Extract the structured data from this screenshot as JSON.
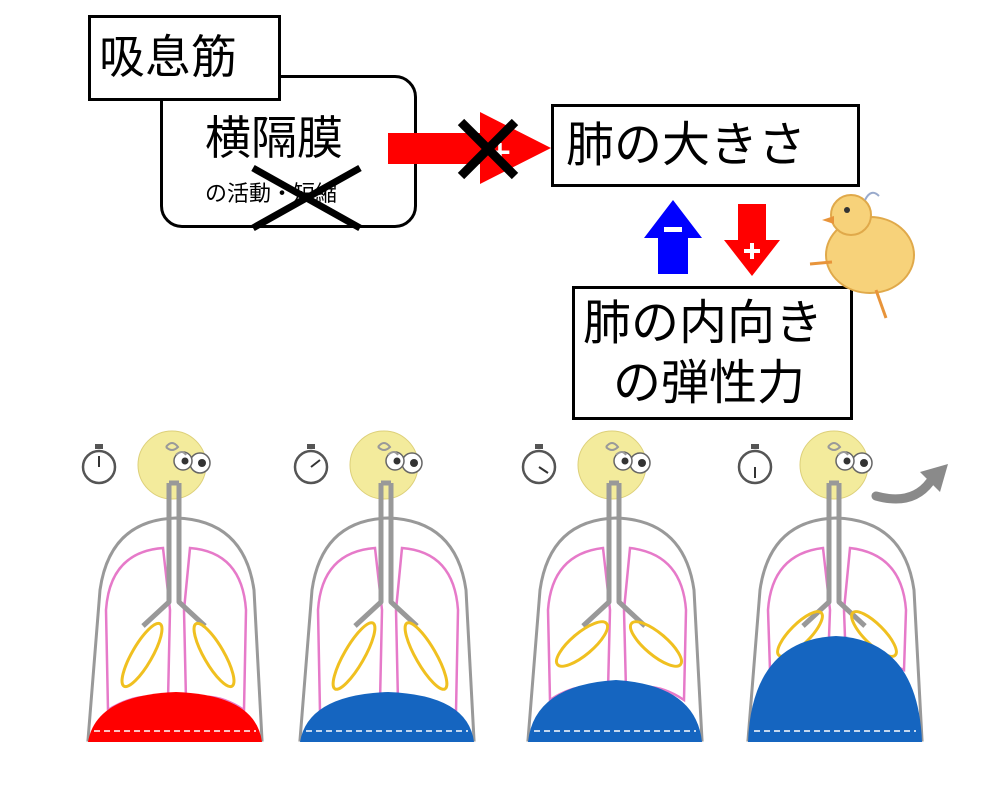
{
  "muscle_group_label": "吸息筋",
  "diaphragm": {
    "title": "横隔膜",
    "subtitle": "の活動・短縮"
  },
  "lung_size_label": "肺の大きさ",
  "elastic_force_label": {
    "line1": "肺の内向き",
    "line2": "の弾性力"
  },
  "signs": {
    "minus": "−",
    "plus": "+"
  },
  "colors": {
    "red_arrow": "#ff0000",
    "blue_arrow": "#0000ff",
    "diaphragm_active": "#ff0000",
    "diaphragm_relaxed": "#1565c0",
    "lung_outline": "#e67ac9",
    "bronchiole": "#f0c020",
    "body_outline": "#999999"
  },
  "icons": [
    "stopwatch-icon",
    "face-icon",
    "chick-icon",
    "curved-arrow-icon"
  ],
  "panels": [
    {
      "name": "stage-1",
      "diaphragm_color": "red"
    },
    {
      "name": "stage-2",
      "diaphragm_color": "blue"
    },
    {
      "name": "stage-3",
      "diaphragm_color": "blue"
    },
    {
      "name": "stage-4",
      "diaphragm_color": "blue"
    }
  ]
}
